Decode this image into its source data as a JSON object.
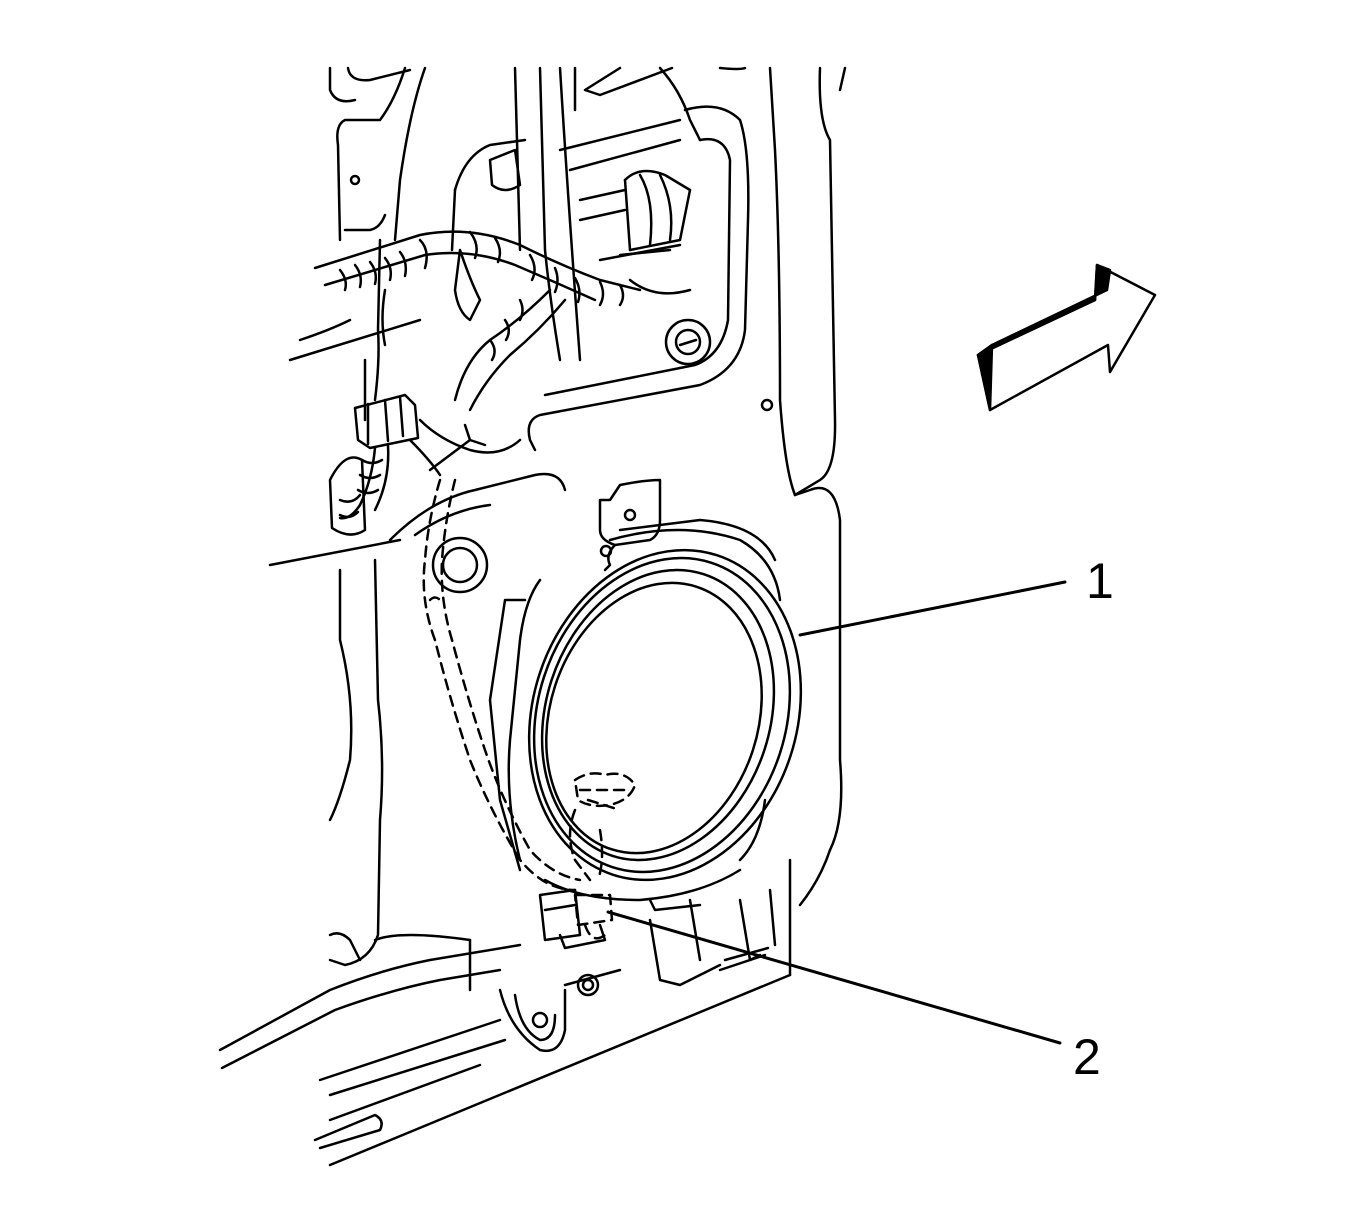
{
  "callouts": [
    {
      "id": "1",
      "label": "1"
    },
    {
      "id": "2",
      "label": "2"
    }
  ],
  "colors": {
    "line": "#000000",
    "background": "#ffffff"
  },
  "icons": {
    "direction_arrow": "front-direction-arrow-icon"
  }
}
